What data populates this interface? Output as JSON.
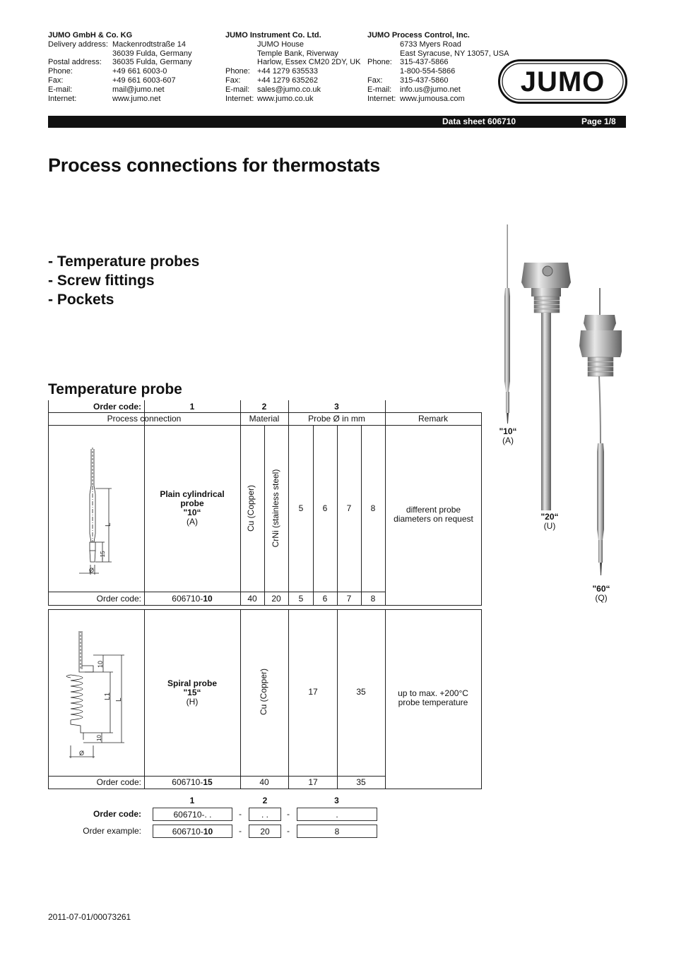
{
  "addresses": [
    {
      "company": "JUMO GmbH & Co. KG",
      "rows": [
        [
          "Delivery address:",
          "Mackenrodtstraße 14"
        ],
        [
          "",
          "36039 Fulda, Germany"
        ],
        [
          "Postal address:",
          "36035 Fulda, Germany"
        ],
        [
          "Phone:",
          "+49 661 6003-0"
        ],
        [
          "Fax:",
          "+49 661 6003-607"
        ],
        [
          "E-mail:",
          "mail@jumo.net"
        ],
        [
          "Internet:",
          "www.jumo.net"
        ]
      ]
    },
    {
      "company": "JUMO Instrument Co. Ltd.",
      "rows": [
        [
          "",
          "JUMO House"
        ],
        [
          "",
          "Temple Bank, Riverway"
        ],
        [
          "",
          "Harlow, Essex CM20 2DY, UK"
        ],
        [
          "Phone:",
          "+44 1279 635533"
        ],
        [
          "Fax:",
          "+44 1279 635262"
        ],
        [
          "E-mail:",
          "sales@jumo.co.uk"
        ],
        [
          "Internet:",
          "www.jumo.co.uk"
        ]
      ]
    },
    {
      "company": "JUMO Process Control, Inc.",
      "rows": [
        [
          "",
          "6733 Myers Road"
        ],
        [
          "",
          "East Syracuse, NY 13057, USA"
        ],
        [
          "Phone:",
          "315-437-5866"
        ],
        [
          "",
          "1-800-554-5866"
        ],
        [
          "Fax:",
          "315-437-5860"
        ],
        [
          "E-mail:",
          "info.us@jumo.net"
        ],
        [
          "Internet:",
          "www.jumousa.com"
        ]
      ]
    }
  ],
  "logo_text": "JUMO",
  "bar": {
    "datasheet": "Data sheet 606710",
    "page": "Page 1/8"
  },
  "title": "Process connections for thermostats",
  "bullets": [
    "- Temperature probes",
    "- Screw fittings",
    "- Pockets"
  ],
  "section_title": "Temperature probe",
  "table": {
    "order_code_label": "Order code:",
    "col_nums": [
      "1",
      "2",
      "3"
    ],
    "headers": {
      "process": "Process connection",
      "material": "Material",
      "probe": "Probe Ø in mm",
      "remark": "Remark"
    },
    "row1": {
      "name": "Plain cylindrical probe",
      "code": "\"10“",
      "letter": "(A)",
      "mat1": "Cu (Copper)",
      "mat2": "CrNi (stainless steel)",
      "diameters": [
        "5",
        "6",
        "7",
        "8"
      ],
      "remark": "different probe diameters on request",
      "oc_prefix": "606710-",
      "oc_bold": "10",
      "oc_mat": [
        "40",
        "20"
      ],
      "oc_dia": [
        "5",
        "6",
        "7",
        "8"
      ]
    },
    "row2": {
      "name": "Spiral probe",
      "code": "\"15“",
      "letter": "(H)",
      "mat1": "Cu (Copper)",
      "diameters": [
        "17",
        "35"
      ],
      "remark": "up to max. +200°C probe temperature",
      "oc_prefix": "606710-",
      "oc_bold": "15",
      "oc_mat": "40",
      "oc_dia": [
        "17",
        "35"
      ]
    },
    "draw_labels": {
      "L": "L",
      "L1": "L1",
      "d15": "~15",
      "d10": "10",
      "phi": "Ø"
    }
  },
  "order": {
    "nums": [
      "1",
      "2",
      "3"
    ],
    "code_label": "Order code:",
    "example_label": "Order example:",
    "code_vals": [
      "606710-. .",
      ". .",
      "."
    ],
    "example_prefix": "606710-",
    "example_bold": "10",
    "example_vals": [
      "20",
      "8"
    ],
    "dash": "-"
  },
  "photos": [
    {
      "code": "\"10“",
      "letter": "(A)"
    },
    {
      "code": "\"20“",
      "letter": "(U)"
    },
    {
      "code": "\"60“",
      "letter": "(Q)"
    }
  ],
  "footer": "2011-07-01/00073261"
}
